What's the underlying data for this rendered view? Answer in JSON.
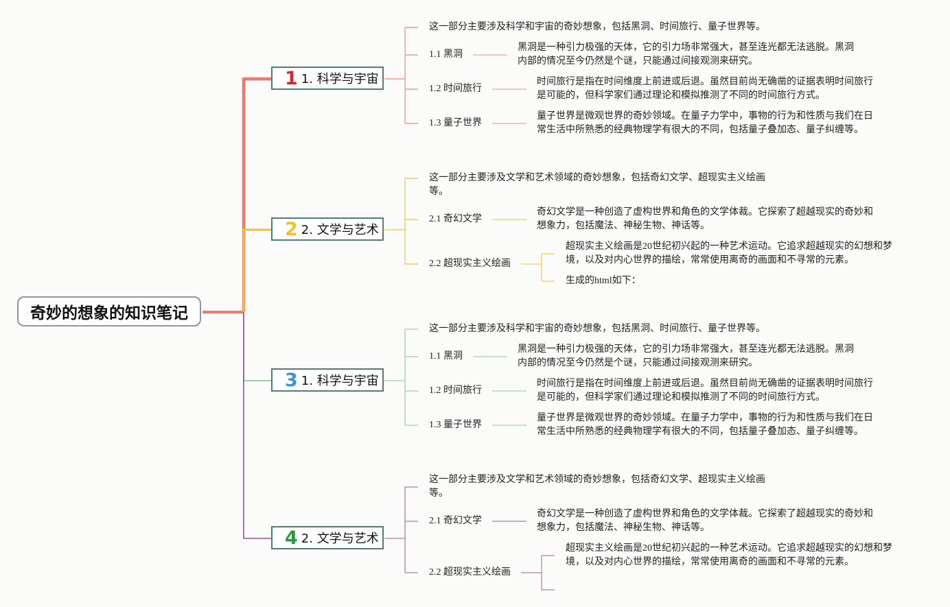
{
  "root": {
    "title": "奇妙的想象的知识笔记"
  },
  "colors": {
    "branch1": "#f4776b",
    "branch2": "#f6bd3a",
    "branch3": "#7cc57e",
    "branch4": "#9a4f92",
    "num1": "#d42a2a",
    "num2": "#f2c12e",
    "num3": "#3a95d8",
    "num4": "#2a9b3a"
  },
  "branches": [
    {
      "num": "1",
      "title": "1. 科学与宇宙",
      "intro": "这一部分主要涉及科学和宇宙的奇妙想象，包括黑洞、时间旅行、量子世界等。",
      "items": [
        {
          "label": "1.1 黑洞",
          "desc": "黑洞是一种引力极强的天体，它的引力场非常强大，甚至连光都无法逃脱。黑洞内部的情况至今仍然是个谜，只能通过间接观测来研究。"
        },
        {
          "label": "1.2 时间旅行",
          "desc": "时间旅行是指在时间维度上前进或后退。虽然目前尚无确凿的证据表明时间旅行是可能的，但科学家们通过理论和模拟推测了不同的时间旅行方式。"
        },
        {
          "label": "1.3 量子世界",
          "desc": "量子世界是微观世界的奇妙领域。在量子力学中，事物的行为和性质与我们在日常生活中所熟悉的经典物理学有很大的不同，包括量子叠加态、量子纠缠等。"
        }
      ]
    },
    {
      "num": "2",
      "title": "2. 文学与艺术",
      "intro": "这一部分主要涉及文学和艺术领域的奇妙想象，包括奇幻文学、超现实主义绘画等。",
      "items": [
        {
          "label": "2.1 奇幻文学",
          "desc": "奇幻文学是一种创造了虚构世界和角色的文学体裁。它探索了超越现实的奇妙和想象力，包括魔法、神秘生物、神话等。"
        },
        {
          "label": "2.2 超现实主义绘画",
          "desc": "超现实主义绘画是20世纪初兴起的一种艺术运动。它追求超越现实的幻想和梦境，以及对内心世界的描绘，常常使用离奇的画面和不寻常的元素。",
          "extra": "生成的html如下："
        }
      ]
    },
    {
      "num": "3",
      "title": "1. 科学与宇宙",
      "intro": "这一部分主要涉及科学和宇宙的奇妙想象，包括黑洞、时间旅行、量子世界等。",
      "items": [
        {
          "label": "1.1 黑洞",
          "desc": "黑洞是一种引力极强的天体，它的引力场非常强大，甚至连光都无法逃脱。黑洞内部的情况至今仍然是个谜，只能通过间接观测来研究。"
        },
        {
          "label": "1.2 时间旅行",
          "desc": "时间旅行是指在时间维度上前进或后退。虽然目前尚无确凿的证据表明时间旅行是可能的，但科学家们通过理论和模拟推测了不同的时间旅行方式。"
        },
        {
          "label": "1.3 量子世界",
          "desc": "量子世界是微观世界的奇妙领域。在量子力学中，事物的行为和性质与我们在日常生活中所熟悉的经典物理学有很大的不同，包括量子叠加态、量子纠缠等。"
        }
      ]
    },
    {
      "num": "4",
      "title": "2. 文学与艺术",
      "intro": "这一部分主要涉及文学和艺术领域的奇妙想象，包括奇幻文学、超现实主义绘画等。",
      "items": [
        {
          "label": "2.1 奇幻文学",
          "desc": "奇幻文学是一种创造了虚构世界和角色的文学体裁。它探索了超越现实的奇妙和想象力，包括魔法、神秘生物、神话等。"
        },
        {
          "label": "2.2 超现实主义绘画",
          "desc": "超现实主义绘画是20世纪初兴起的一种艺术运动。它追求超越现实的幻想和梦境，以及对内心世界的描绘，常常使用离奇的画面和不寻常的元素。"
        }
      ]
    }
  ]
}
